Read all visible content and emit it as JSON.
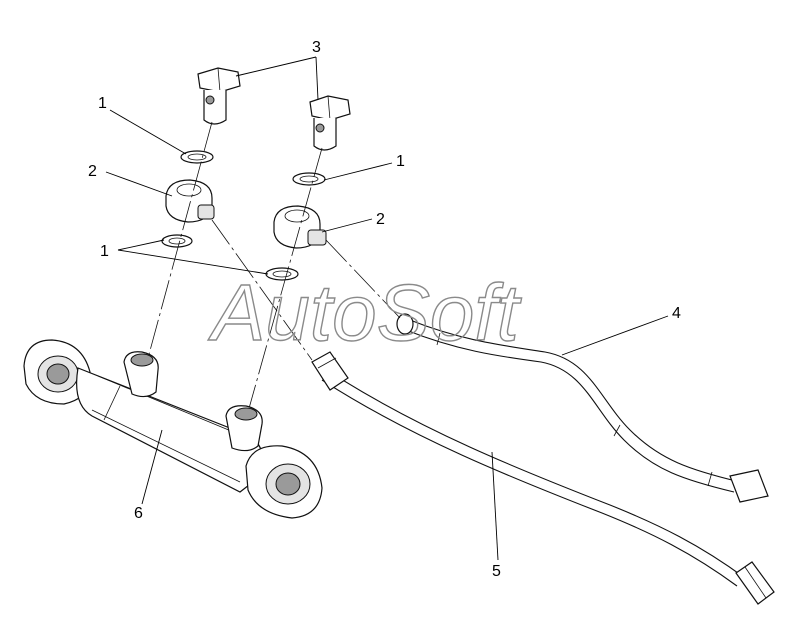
{
  "diagram": {
    "watermark": "AutoSoft",
    "callouts": [
      {
        "id": "label-3",
        "text": "3"
      },
      {
        "id": "label-1-top-left",
        "text": "1"
      },
      {
        "id": "label-1-right",
        "text": "1"
      },
      {
        "id": "label-2-left",
        "text": "2"
      },
      {
        "id": "label-2-right",
        "text": "2"
      },
      {
        "id": "label-1-lower",
        "text": "1"
      },
      {
        "id": "label-4",
        "text": "4"
      },
      {
        "id": "label-5",
        "text": "5"
      },
      {
        "id": "label-6",
        "text": "6"
      }
    ]
  }
}
